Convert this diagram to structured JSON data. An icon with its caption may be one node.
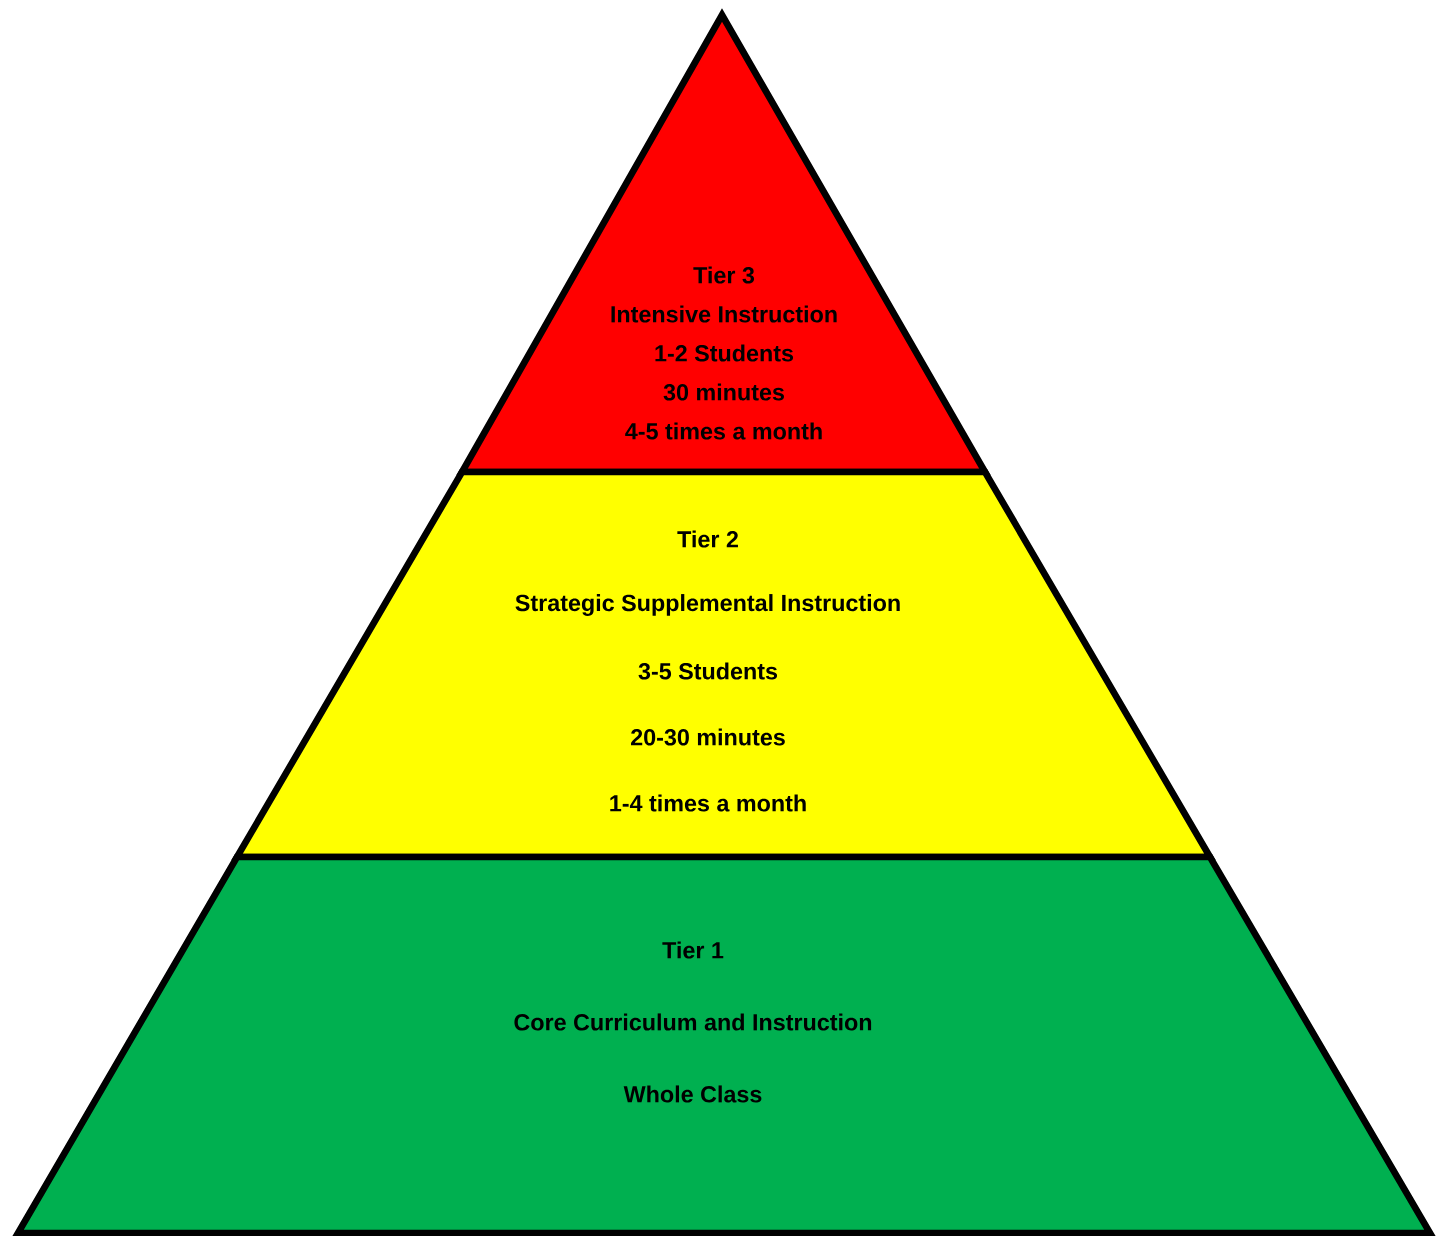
{
  "diagram": {
    "nodes": [
      {
        "text": [
          "Tier 3",
          "Intensive Instruction",
          "1-2 Students",
          "30 minutes",
          "4-5 times a month"
        ]
      },
      {
        "text": [
          "Tier 2",
          "Strategic Supplemental Instruction",
          "3-5 Students",
          "20-30 minutes",
          "1-4 times a month"
        ]
      },
      {
        "text": [
          "Tier 1",
          "Core Curriculum and Instruction",
          "Whole Class"
        ]
      }
    ]
  }
}
